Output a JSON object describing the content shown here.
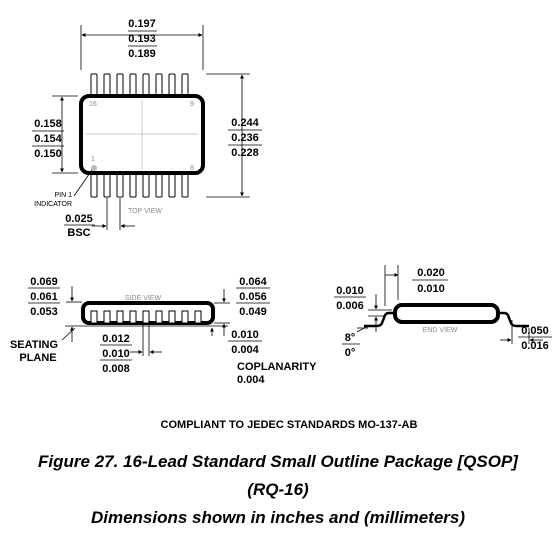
{
  "top_view": {
    "width": {
      "max": "0.197",
      "nom": "0.193",
      "min": "0.189"
    },
    "body_height": {
      "max": "0.158",
      "nom": "0.154",
      "min": "0.150"
    },
    "span_height": {
      "max": "0.244",
      "nom": "0.236",
      "min": "0.228"
    },
    "pitch": {
      "value": "0.025",
      "note": "BSC"
    },
    "pin_label_16": "16",
    "pin_label_9": "9",
    "pin_label_1": "1",
    "pin_label_8": "8",
    "view_label": "TOP VIEW",
    "pin1_indicator": {
      "line1": "PIN 1",
      "line2": "INDICATOR"
    }
  },
  "side_view": {
    "view_label": "SIDE VIEW",
    "height": {
      "max": "0.069",
      "nom": "0.061",
      "min": "0.053"
    },
    "body_height": {
      "max": "0.064",
      "nom": "0.056",
      "min": "0.049"
    },
    "lead_width": {
      "max": "0.012",
      "nom": "0.010",
      "min": "0.008"
    },
    "standoff": {
      "max": "0.010",
      "min": "0.004"
    },
    "seating_plane": {
      "line1": "SEATING",
      "line2": "PLANE"
    },
    "coplanarity": {
      "label": "COPLANARITY",
      "value": "0.004"
    }
  },
  "end_view": {
    "view_label": "END VIEW",
    "lead_thickness": {
      "max": "0.010",
      "min": "0.006"
    },
    "top_span": {
      "max": "0.020",
      "min": "0.010"
    },
    "angle": {
      "max": "8°",
      "min": "0°"
    },
    "foot_length": {
      "max": "0.050",
      "min": "0.016"
    }
  },
  "compliance": "COMPLIANT TO JEDEC STANDARDS MO-137-AB",
  "caption": {
    "line1": "Figure 27. 16-Lead Standard Small Outline Package [QSOP]",
    "line2": "(RQ-16)",
    "line3": "Dimensions shown in inches and (millimeters)"
  }
}
